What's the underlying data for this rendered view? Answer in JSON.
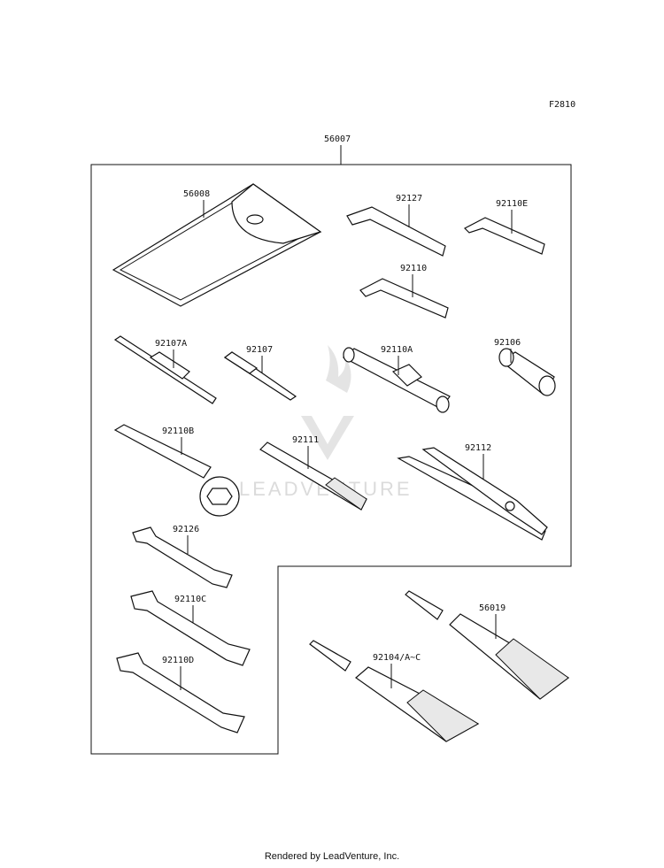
{
  "figure_code": "F2810",
  "assembly_label": "56007",
  "watermark": "LEADVENTURE",
  "footer": "Rendered by LeadVenture, Inc.",
  "parts": {
    "p56008": "56008",
    "p92127": "92127",
    "p92110E": "92110E",
    "p92110": "92110",
    "p92107A": "92107A",
    "p92107": "92107",
    "p92110A": "92110A",
    "p92106": "92106",
    "p92110B": "92110B",
    "p92111": "92111",
    "p92112": "92112",
    "p92126": "92126",
    "p92110C": "92110C",
    "p92110D": "92110D",
    "p56019": "56019",
    "p92104": "92104/A~C"
  }
}
